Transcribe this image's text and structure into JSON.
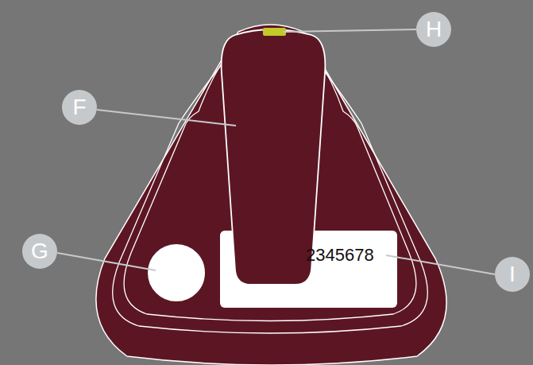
{
  "diagram": {
    "labels": [
      "H",
      "F",
      "2345678",
      "G",
      "I"
    ]
  }
}
